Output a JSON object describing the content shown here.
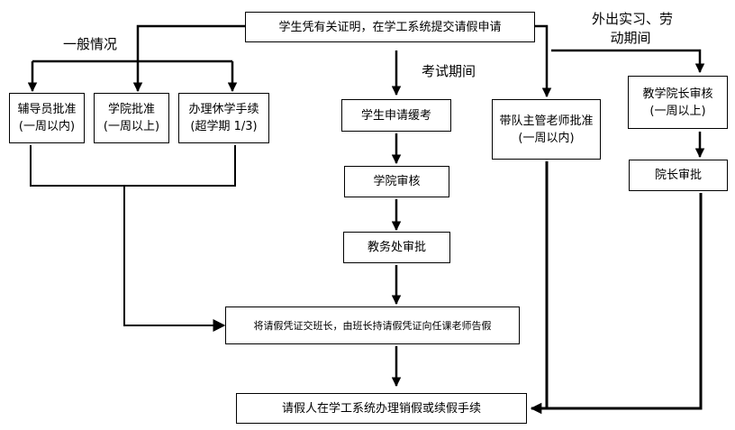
{
  "nodes": {
    "submit": "学生凭有关证明，在学工系统提交请假申请",
    "counselor": {
      "line1": "辅导员批准",
      "line2": "(一周以内)"
    },
    "college": {
      "line1": "学院批准",
      "line2": "(一周以上)"
    },
    "suspend": {
      "line1": "办理休学手续",
      "line2": "(超学期 1/3)"
    },
    "defer_apply": "学生申请缓考",
    "college_review": "学院审核",
    "academic_approve": "教务处审批",
    "supervisor": {
      "line1": "带队主管老师批准",
      "line2": "(一周以内)"
    },
    "dean_review": {
      "line1": "教学院长审核",
      "line2": "(一周以上)"
    },
    "president_approve": "院长审批",
    "hand_over": "将请假凭证交班长，由班长持请假凭证向任课老师告假",
    "final": "请假人在学工系统办理销假或续假手续"
  },
  "labels": {
    "general": "一般情况",
    "exam": "考试期间",
    "internship_line1": "外出实习、劳",
    "internship_line2": "动期间"
  }
}
